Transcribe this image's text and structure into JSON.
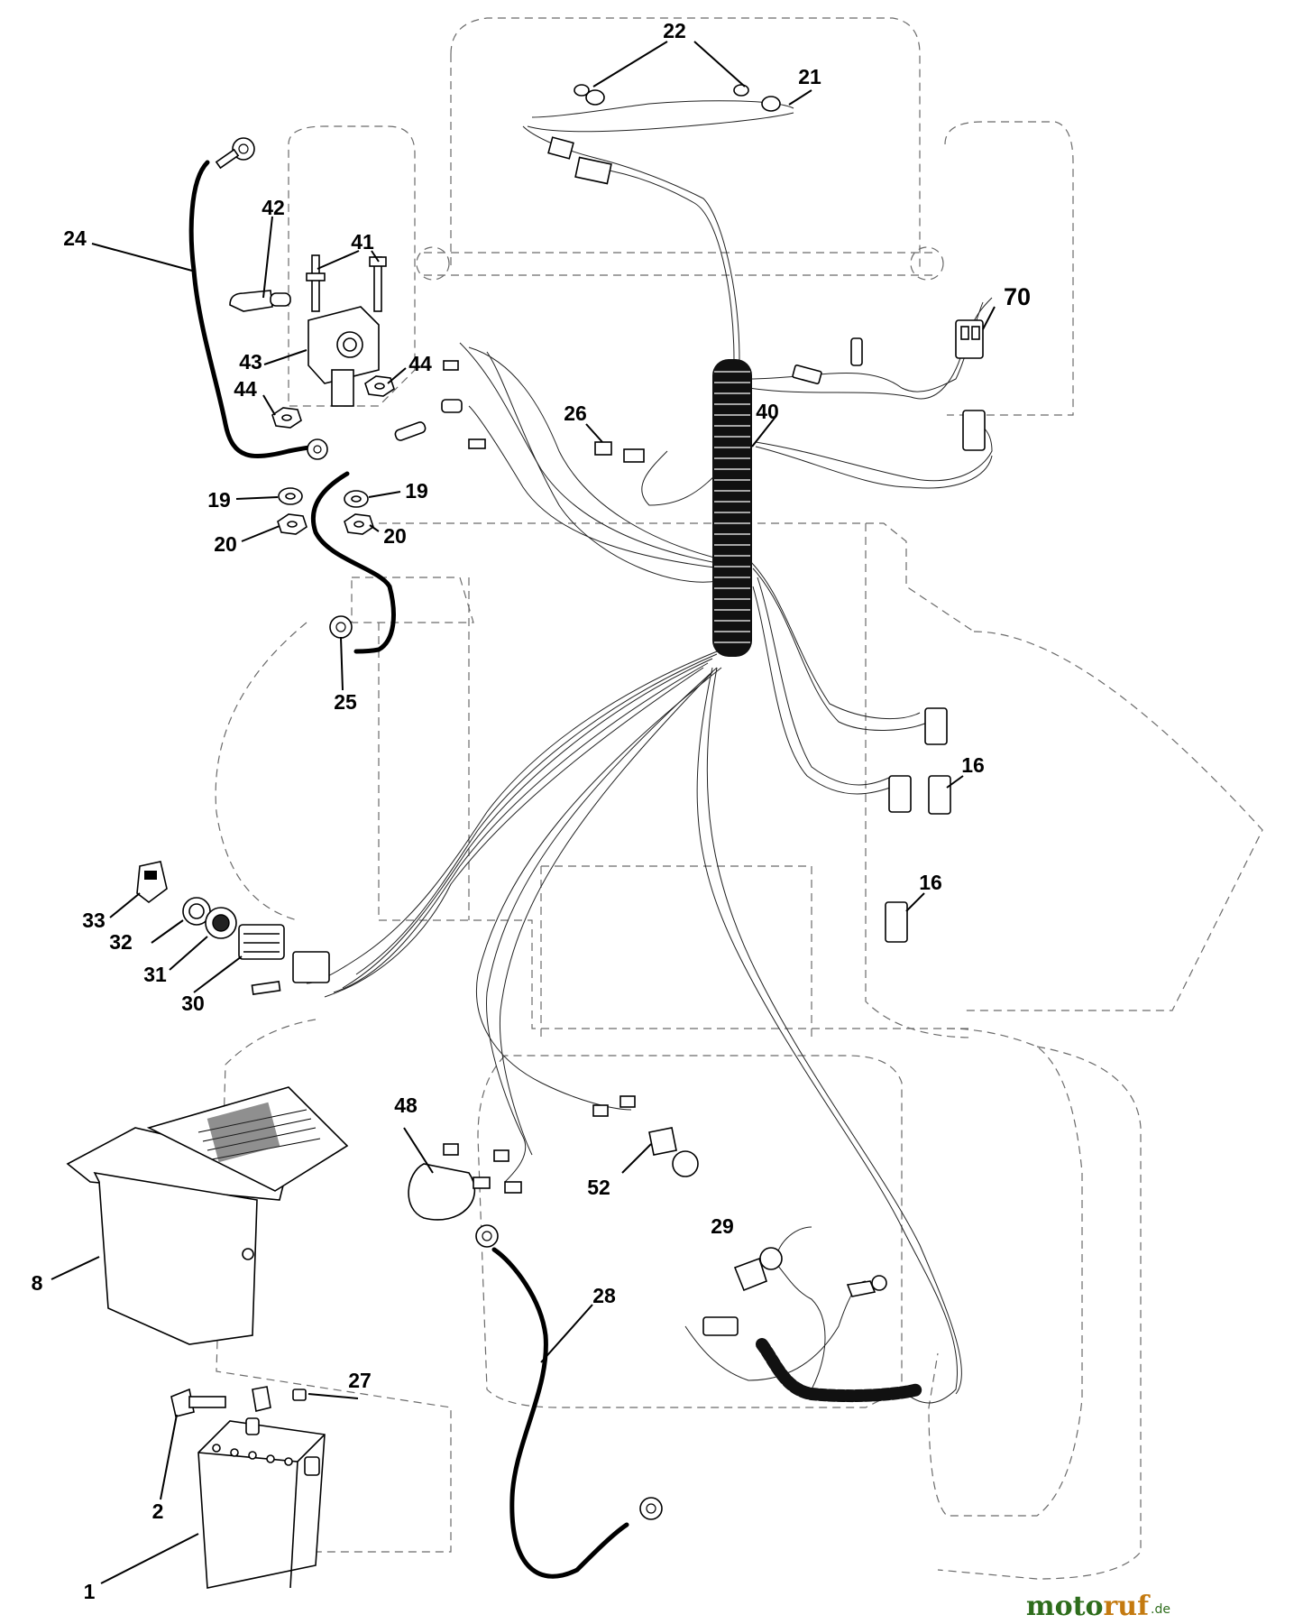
{
  "labels": {
    "l1": "1",
    "l2": "2",
    "l8": "8",
    "l16a": "16",
    "l16b": "16",
    "l19a": "19",
    "l19b": "19",
    "l20a": "20",
    "l20b": "20",
    "l21": "21",
    "l22": "22",
    "l24": "24",
    "l25": "25",
    "l26": "26",
    "l27": "27",
    "l28": "28",
    "l29": "29",
    "l30": "30",
    "l31": "31",
    "l32": "32",
    "l33": "33",
    "l40": "40",
    "l41": "41",
    "l42": "42",
    "l43": "43",
    "l44a": "44",
    "l44b": "44",
    "l48": "48",
    "l52": "52",
    "l70": "70"
  },
  "watermark": {
    "brand_a": "moto",
    "brand_b": "ruf",
    "suffix": ".de"
  }
}
